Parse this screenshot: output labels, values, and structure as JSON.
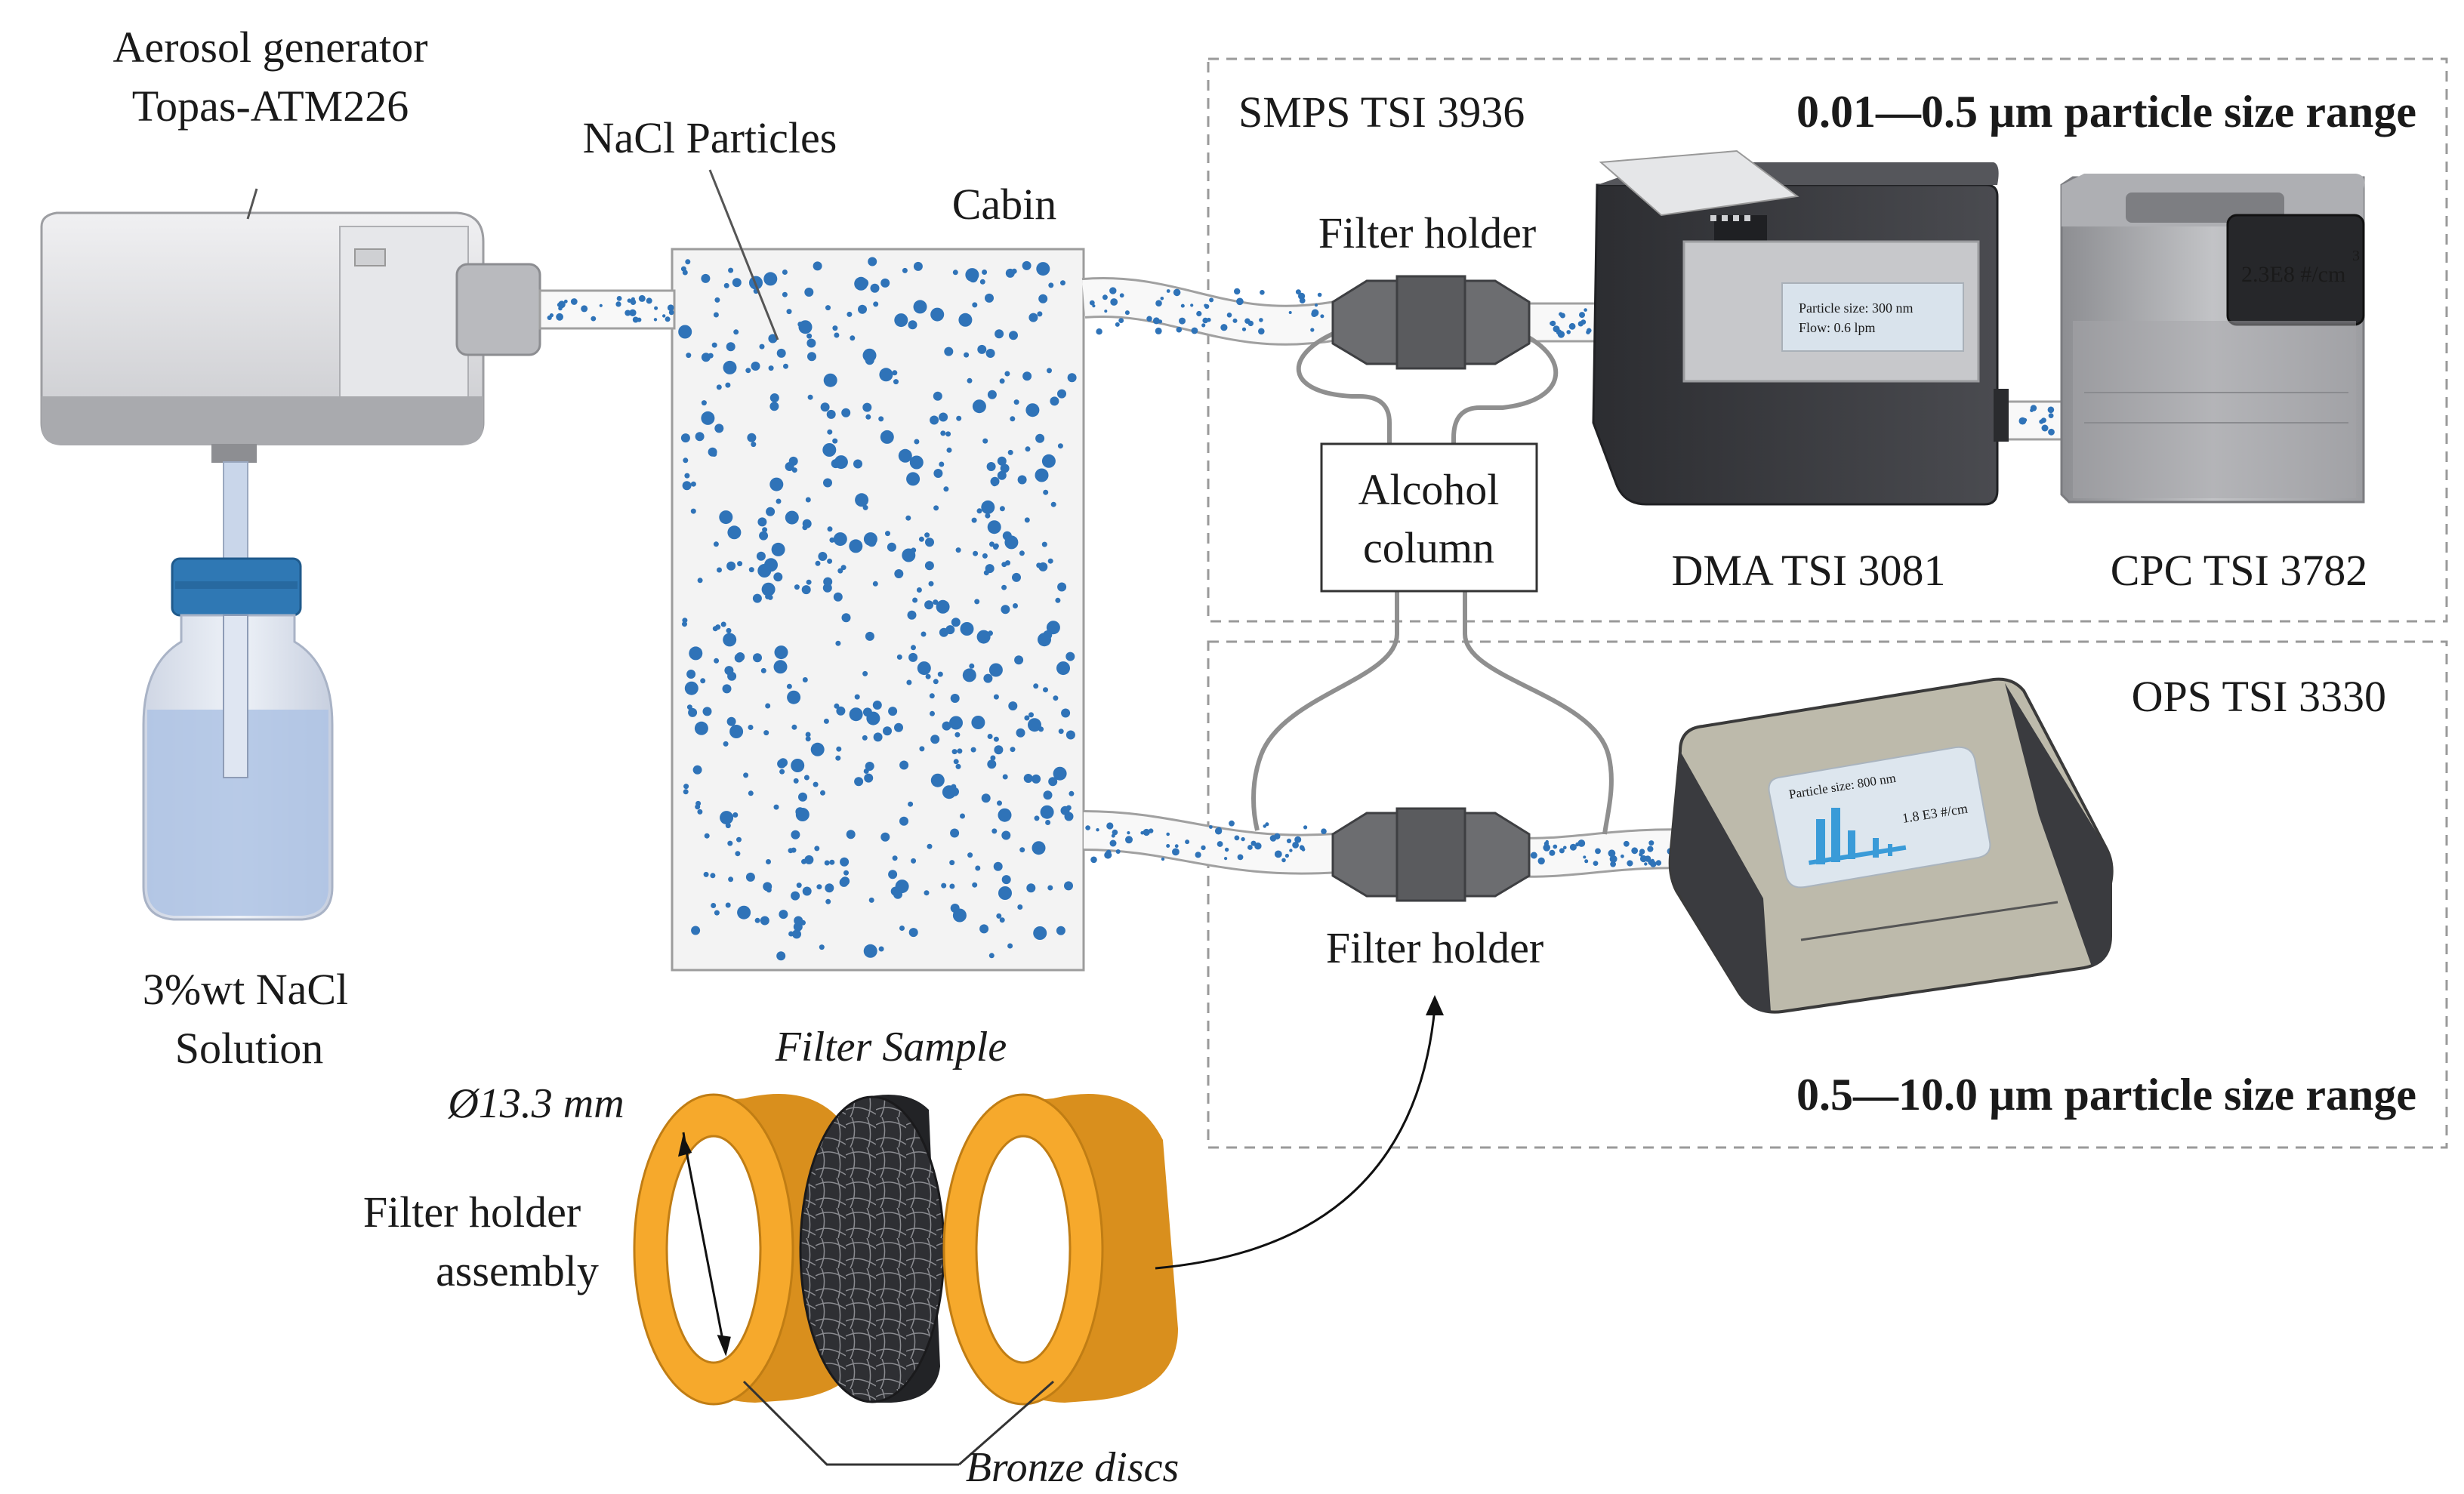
{
  "labels": {
    "aerosol_generator_line1": "Aerosol generator",
    "aerosol_generator_line2": "Topas-ATM226",
    "nacl_particles": "NaCl Particles",
    "cabin": "Cabin",
    "solution_line1": "3%wt NaCl",
    "solution_line2": "Solution",
    "smps": "SMPS TSI 3936",
    "range_top": "0.01—0.5 µm particle size range",
    "filter_holder_top": "Filter holder",
    "alcohol_line1": "Alcohol",
    "alcohol_line2": "column",
    "dma": "DMA TSI 3081",
    "cpc": "CPC TSI 3782",
    "ops": "OPS TSI 3330",
    "filter_holder_bottom": "Filter holder",
    "range_bottom": "0.5—10.0 µm particle size range",
    "filter_sample": "Filter Sample",
    "diameter": "Ø13.3 mm",
    "assembly_line1": "Filter holder",
    "assembly_line2": "assembly",
    "bronze_discs": "Bronze discs"
  },
  "screens": {
    "dma_line1": "Particle size: 300 nm",
    "dma_line2": "Flow: 0.6 lpm",
    "cpc_value": "2.3E8 #/cm",
    "cpc_sup": "3",
    "ops_line1": "Particle size: 800 nm",
    "ops_line2": "1.8 E3 #/cm"
  },
  "colors": {
    "particle": "#2f73b8",
    "bronze": "#f6a92c",
    "device_dark": "#3a3b3f",
    "cpc_screen_text": "#3fd0e0",
    "ops_body": "#b9b6a6",
    "ops_screen_bars": "#3a9bd8"
  }
}
